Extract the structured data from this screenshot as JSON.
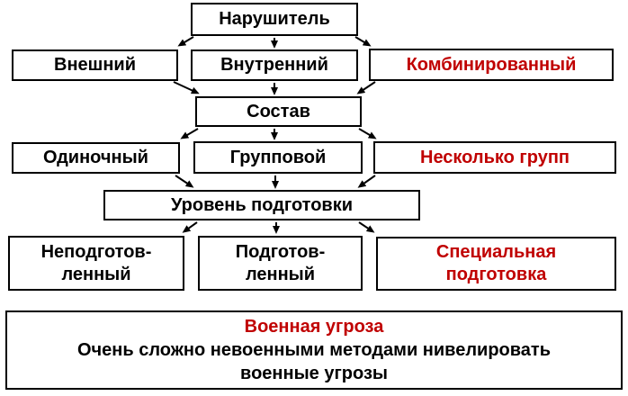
{
  "diagram": {
    "colors": {
      "accent_red": "#c00000",
      "text": "#000000",
      "border": "#000000",
      "background": "#ffffff"
    },
    "nodes": {
      "narushitel": {
        "label": "Нарушитель"
      },
      "vneshniy": {
        "label": "Внешний"
      },
      "vnutrenniy": {
        "label": "Внутренний"
      },
      "kombinirovannyi": {
        "label": "Комбинированный",
        "emphasis": "red"
      },
      "sostav": {
        "label": "Состав"
      },
      "odinochnyi": {
        "label": "Одиночный"
      },
      "gruppovoy": {
        "label": "Групповой"
      },
      "neskolko_grupp": {
        "label": "Несколько групп",
        "emphasis": "red"
      },
      "uroven_podgotovki": {
        "label": "Уровень подготовки"
      },
      "nepodgotovlennyi": {
        "line1": "Неподготов-",
        "line2": "ленный"
      },
      "podgotovlennyi": {
        "line1": "Подготов-",
        "line2": "ленный"
      },
      "spetsialnaya": {
        "line1": "Специальная",
        "line2": "подготовка",
        "emphasis": "red"
      },
      "voennaya_ugroza": {
        "title": "Военная угроза",
        "body_line1": "Очень сложно невоенными методами нивелировать",
        "body_line2": "военные угрозы"
      }
    },
    "connections": [
      {
        "from": "narushitel",
        "to": "vneshniy"
      },
      {
        "from": "narushitel",
        "to": "vnutrenniy"
      },
      {
        "from": "narushitel",
        "to": "kombinirovannyi"
      },
      {
        "from": "vneshniy",
        "to": "sostav"
      },
      {
        "from": "vnutrenniy",
        "to": "sostav"
      },
      {
        "from": "kombinirovannyi",
        "to": "sostav"
      },
      {
        "from": "sostav",
        "to": "odinochnyi"
      },
      {
        "from": "sostav",
        "to": "gruppovoy"
      },
      {
        "from": "sostav",
        "to": "neskolko_grupp"
      },
      {
        "from": "odinochnyi",
        "to": "uroven_podgotovki"
      },
      {
        "from": "gruppovoy",
        "to": "uroven_podgotovki"
      },
      {
        "from": "neskolko_grupp",
        "to": "uroven_podgotovki"
      },
      {
        "from": "uroven_podgotovki",
        "to": "nepodgotovlennyi"
      },
      {
        "from": "uroven_podgotovki",
        "to": "podgotovlennyi"
      },
      {
        "from": "uroven_podgotovki",
        "to": "spetsialnaya"
      }
    ]
  }
}
